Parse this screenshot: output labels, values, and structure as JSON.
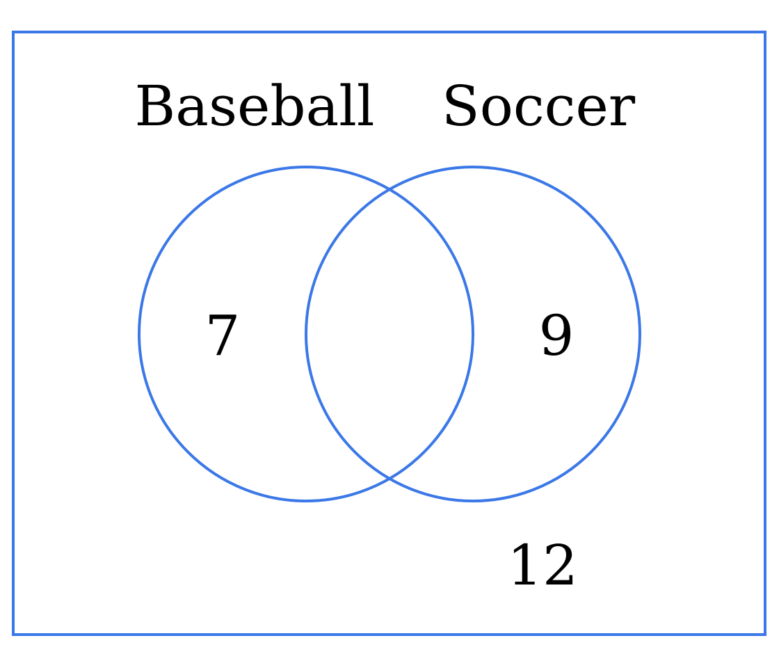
{
  "diagram": {
    "type": "venn",
    "sets": [
      {
        "label": "Baseball"
      },
      {
        "label": "Soccer"
      }
    ],
    "regions": {
      "baseball_only": "7",
      "intersection": "",
      "soccer_only": "9",
      "outside": "12"
    },
    "colors": {
      "stroke": "#3b78e7",
      "text": "#000000",
      "background": "#ffffff"
    }
  }
}
